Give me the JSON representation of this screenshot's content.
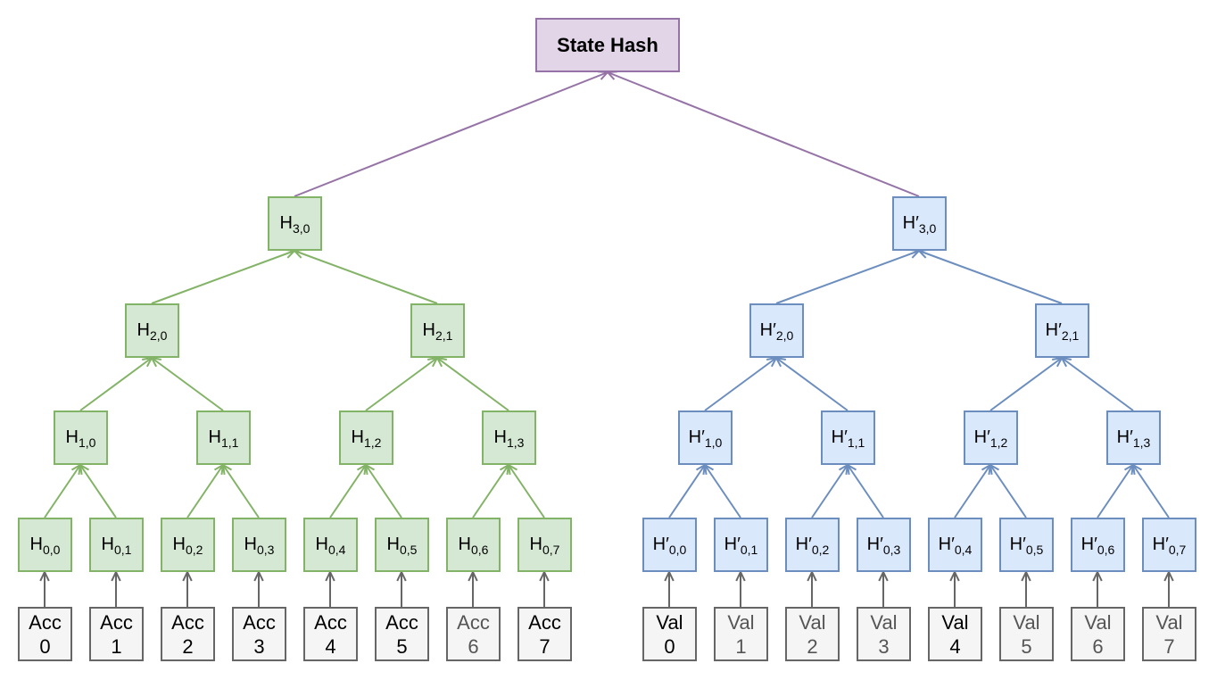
{
  "root": {
    "label": "State Hash"
  },
  "accounts_tree": {
    "level3": [
      {
        "base": "H",
        "sub": "3,0"
      }
    ],
    "level2": [
      {
        "base": "H",
        "sub": "2,0"
      },
      {
        "base": "H",
        "sub": "2,1"
      }
    ],
    "level1": [
      {
        "base": "H",
        "sub": "1,0"
      },
      {
        "base": "H",
        "sub": "1,1"
      },
      {
        "base": "H",
        "sub": "1,2"
      },
      {
        "base": "H",
        "sub": "1,3"
      }
    ],
    "level0": [
      {
        "base": "H",
        "sub": "0,0"
      },
      {
        "base": "H",
        "sub": "0,1"
      },
      {
        "base": "H",
        "sub": "0,2"
      },
      {
        "base": "H",
        "sub": "0,3"
      },
      {
        "base": "H",
        "sub": "0,4"
      },
      {
        "base": "H",
        "sub": "0,5"
      },
      {
        "base": "H",
        "sub": "0,6"
      },
      {
        "base": "H",
        "sub": "0,7"
      }
    ],
    "leaves": [
      {
        "line1": "Acc",
        "line2": "0"
      },
      {
        "line1": "Acc",
        "line2": "1"
      },
      {
        "line1": "Acc",
        "line2": "2"
      },
      {
        "line1": "Acc",
        "line2": "3"
      },
      {
        "line1": "Acc",
        "line2": "4"
      },
      {
        "line1": "Acc",
        "line2": "5"
      },
      {
        "line1": "Acc",
        "line2": "6"
      },
      {
        "line1": "Acc",
        "line2": "7"
      }
    ]
  },
  "validators_tree": {
    "level3": [
      {
        "base": "H′",
        "sub": "3,0"
      }
    ],
    "level2": [
      {
        "base": "H′",
        "sub": "2,0"
      },
      {
        "base": "H′",
        "sub": "2,1"
      }
    ],
    "level1": [
      {
        "base": "H′",
        "sub": "1,0"
      },
      {
        "base": "H′",
        "sub": "1,1"
      },
      {
        "base": "H′",
        "sub": "1,2"
      },
      {
        "base": "H′",
        "sub": "1,3"
      }
    ],
    "level0": [
      {
        "base": "H′",
        "sub": "0,0"
      },
      {
        "base": "H′",
        "sub": "0,1"
      },
      {
        "base": "H′",
        "sub": "0,2"
      },
      {
        "base": "H′",
        "sub": "0,3"
      },
      {
        "base": "H′",
        "sub": "0,4"
      },
      {
        "base": "H′",
        "sub": "0,5"
      },
      {
        "base": "H′",
        "sub": "0,6"
      },
      {
        "base": "H′",
        "sub": "0,7"
      }
    ],
    "leaves": [
      {
        "line1": "Val",
        "line2": "0"
      },
      {
        "line1": "Val",
        "line2": "1"
      },
      {
        "line1": "Val",
        "line2": "2"
      },
      {
        "line1": "Val",
        "line2": "3"
      },
      {
        "line1": "Val",
        "line2": "4"
      },
      {
        "line1": "Val",
        "line2": "5"
      },
      {
        "line1": "Val",
        "line2": "6"
      },
      {
        "line1": "Val",
        "line2": "7"
      }
    ]
  },
  "colors": {
    "root_fill": "#e1d5e7",
    "root_stroke": "#9673a6",
    "accounts_fill": "#d5e8d4",
    "accounts_stroke": "#82b366",
    "validators_fill": "#dae8fc",
    "validators_stroke": "#6c8ebf",
    "leaf_fill": "#f5f5f5",
    "leaf_stroke": "#666666"
  }
}
